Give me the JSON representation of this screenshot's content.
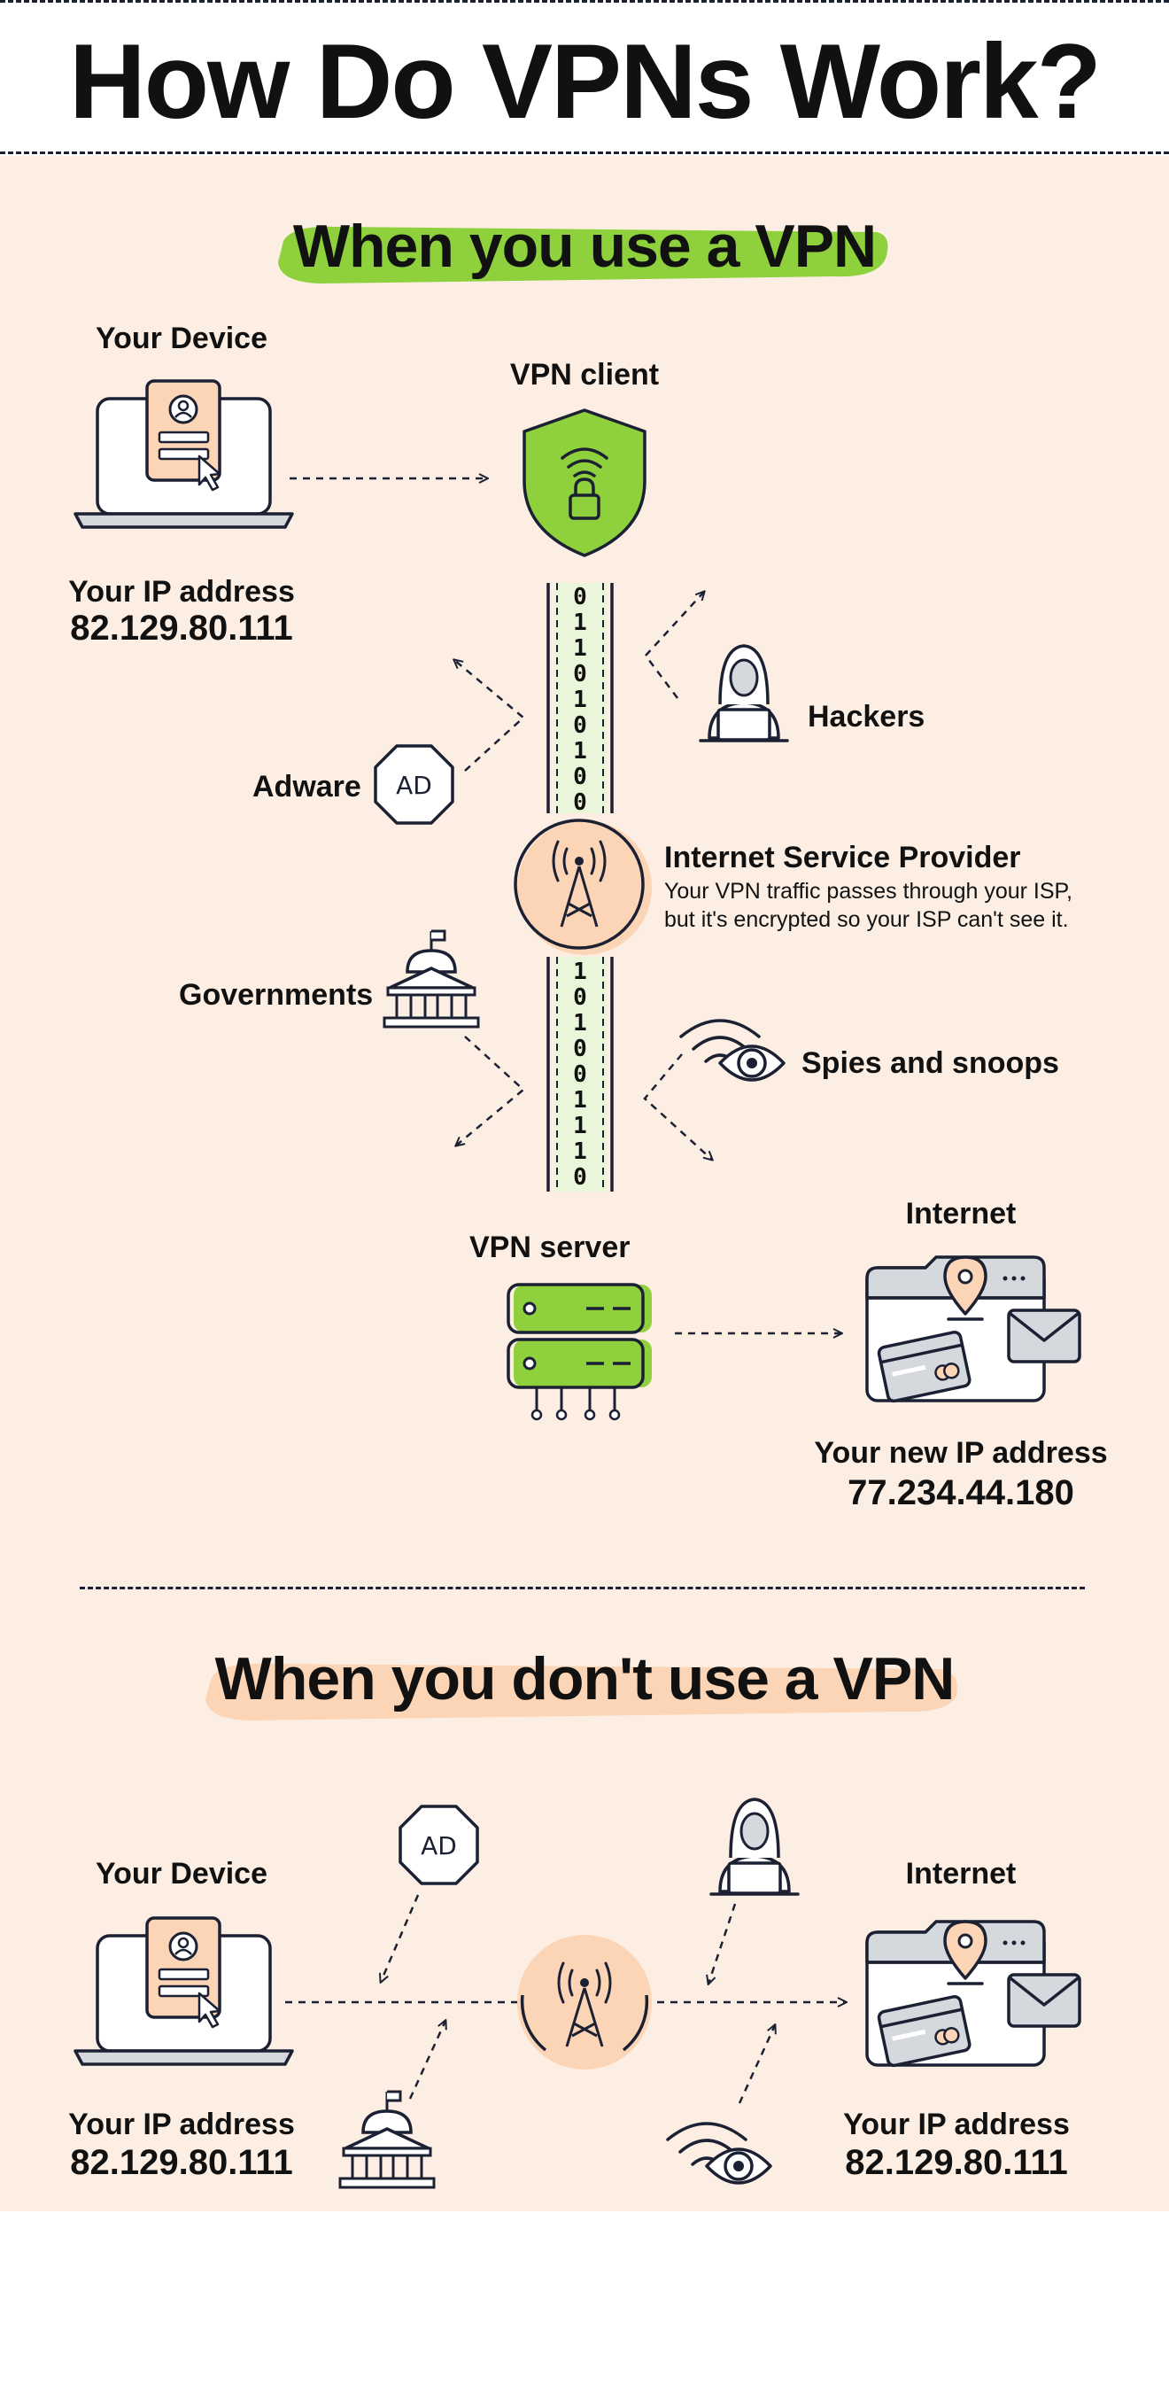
{
  "title": "How Do VPNs Work?",
  "colors": {
    "accent_green": "#8ed13c",
    "peach": "#fdeee3",
    "peach_dark": "#fbd5b5",
    "ink": "#1b2033",
    "gray": "#d5d8dd"
  },
  "with_vpn": {
    "heading": "When you use a VPN",
    "device_label": "Your Device",
    "ip_label": "Your IP address",
    "ip_value": "82.129.80.111",
    "vpn_client_label": "VPN client",
    "hackers_label": "Hackers",
    "adware_label": "Adware",
    "adware_badge": "AD",
    "isp_label": "Internet Service Provider",
    "isp_desc_1": "Your VPN traffic passes through your ISP,",
    "isp_desc_2": "but it's encrypted so your ISP can't see it.",
    "governments_label": "Governments",
    "spies_label": "Spies and snoops",
    "bits_upper": "011010100",
    "bits_lower": "101001110",
    "vpn_server_label": "VPN server",
    "internet_label": "Internet",
    "new_ip_label": "Your new IP address",
    "new_ip_value": "77.234.44.180"
  },
  "without_vpn": {
    "heading": "When you don't use a VPN",
    "device_label": "Your Device",
    "ip_label": "Your IP address",
    "ip_value": "82.129.80.111",
    "adware_badge": "AD",
    "internet_label": "Internet",
    "internet_ip_label": "Your IP address",
    "internet_ip_value": "82.129.80.111"
  },
  "icons": [
    "laptop-icon",
    "shield-wifi-lock-icon",
    "hacker-icon",
    "ad-octagon-icon",
    "radio-tower-icon",
    "government-building-icon",
    "wifi-eye-icon",
    "server-icon",
    "internet-browser-icon",
    "arrow-icon"
  ]
}
